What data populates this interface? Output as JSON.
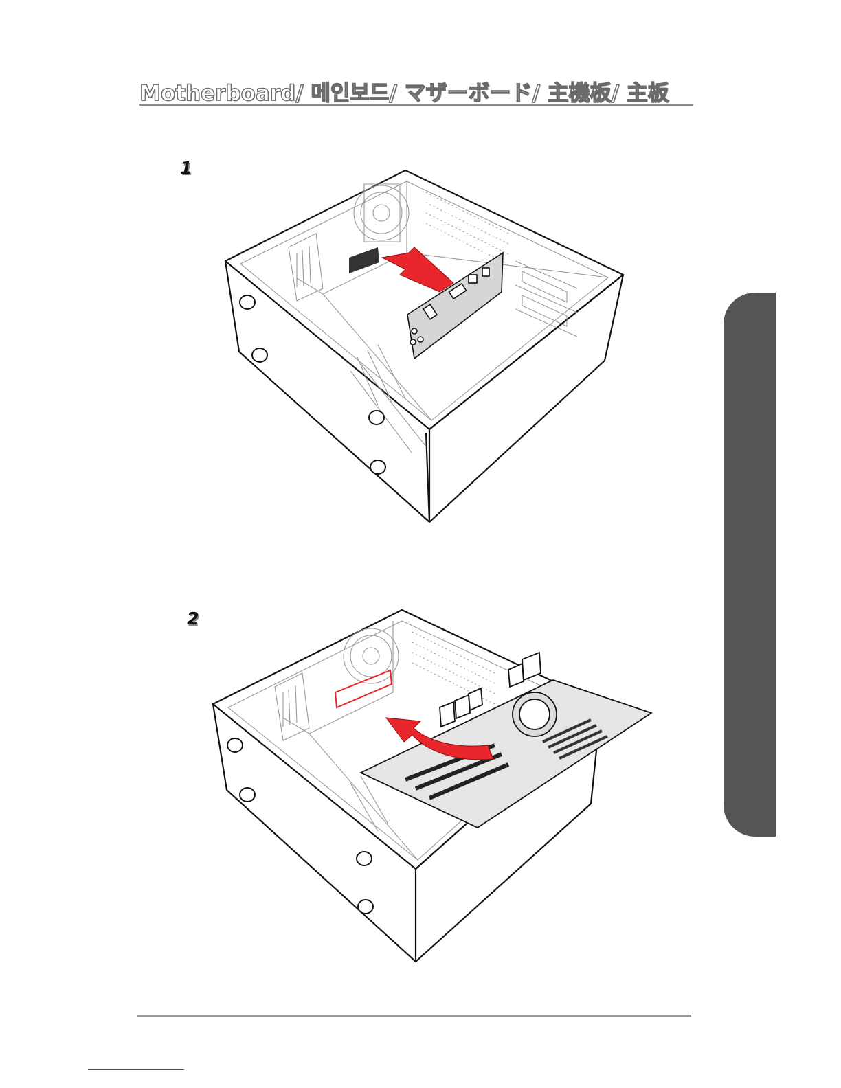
{
  "header": {
    "title": "Motherboard/ 메인보드/ マザーボード/ 主機板/ 主板"
  },
  "steps": [
    {
      "number": "1"
    },
    {
      "number": "2"
    }
  ],
  "colors": {
    "arrow": "#e8262b",
    "side_tab": "#555555",
    "rule": "#8c8c8c"
  }
}
